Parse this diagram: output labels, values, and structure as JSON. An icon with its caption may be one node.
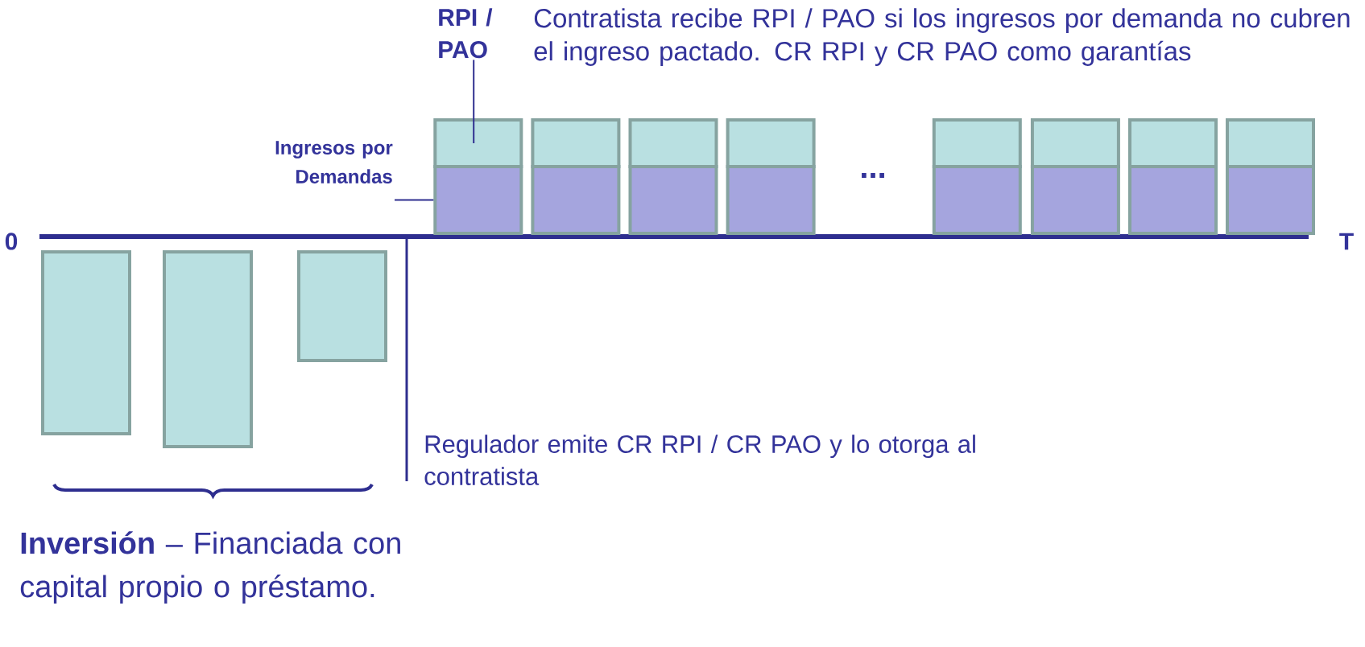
{
  "diagram": {
    "nodes": [
      {
        "text": [
          "RPI / PAO"
        ]
      },
      {
        "text": [
          "Ingresos por Demandas"
        ]
      },
      {
        "text": [],
        "shape": "box"
      },
      {
        "text": [],
        "shape": "box"
      },
      {
        "text": [],
        "shape": "box"
      },
      {
        "text": [],
        "shape": "box"
      },
      {
        "text": [],
        "shape": "box"
      },
      {
        "text": [],
        "shape": "box"
      },
      {
        "text": [],
        "shape": "box"
      },
      {
        "text": [],
        "shape": "box"
      },
      {
        "text": [],
        "shape": "box"
      },
      {
        "text": [],
        "shape": "box"
      },
      {
        "text": [],
        "shape": "box"
      },
      {
        "text": [],
        "shape": "box"
      },
      {
        "text": [],
        "shape": "box"
      },
      {
        "text": [],
        "shape": "box"
      },
      {
        "text": [],
        "shape": "box"
      },
      {
        "text": [],
        "shape": "box"
      },
      {
        "text": [],
        "shape": "box"
      },
      {
        "text": [],
        "shape": "box"
      },
      {
        "text": [],
        "shape": "box"
      }
    ],
    "edges": [
      {
        "from": 0,
        "to": 2,
        "arrow": "none"
      },
      {
        "from": 1,
        "to": 3,
        "arrow": "none"
      }
    ],
    "labels": [
      "Contratista recibe RPI / PAO si los ingresos por demanda no cubren el ingreso pactado. CR RPI y CR PAO como garantías",
      "...",
      "0",
      "T",
      "Regulador emite CR RPI / CR PAO y lo otorga al contratista",
      "**Inversión** – Financiada con capital propio o préstamo."
    ]
  }
}
